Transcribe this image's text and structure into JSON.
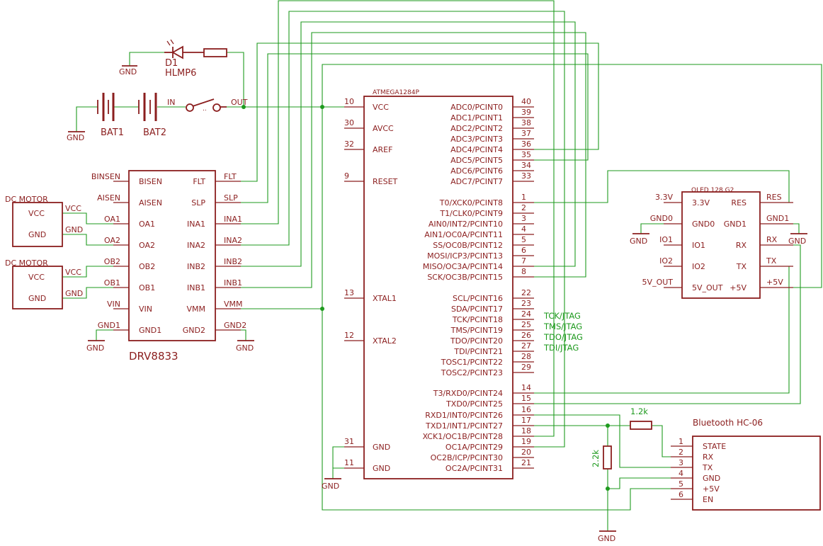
{
  "power": {
    "led_ref": "D1",
    "led_part": "HLMP6",
    "gnd_label": "GND",
    "bat1": "BAT1",
    "bat2": "BAT2",
    "switch_in": "IN",
    "switch_out": "OUT"
  },
  "mcu": {
    "part": "ATMEGA1284P",
    "left_pins": [
      {
        "num": "10",
        "name": "VCC"
      },
      {
        "num": "30",
        "name": "AVCC"
      },
      {
        "num": "32",
        "name": "AREF"
      },
      {
        "num": "9",
        "name": "RESET"
      },
      {
        "num": "13",
        "name": "XTAL1"
      },
      {
        "num": "12",
        "name": "XTAL2"
      },
      {
        "num": "31",
        "name": "GND"
      },
      {
        "num": "11",
        "name": "GND"
      }
    ],
    "right_pins": [
      {
        "num": "40",
        "name": "ADC0/PCINT0"
      },
      {
        "num": "39",
        "name": "ADC1/PCINT1"
      },
      {
        "num": "38",
        "name": "ADC2/PCINT2"
      },
      {
        "num": "37",
        "name": "ADC3/PCINT3"
      },
      {
        "num": "36",
        "name": "ADC4/PCINT4"
      },
      {
        "num": "35",
        "name": "ADC5/PCINT5"
      },
      {
        "num": "34",
        "name": "ADC6/PCINT6"
      },
      {
        "num": "33",
        "name": "ADC7/PCINT7"
      },
      {
        "num": "1",
        "name": "T0/XCK0/PCINT8"
      },
      {
        "num": "2",
        "name": "T1/CLK0/PCINT9"
      },
      {
        "num": "3",
        "name": "AIN0/INT2/PCINT10"
      },
      {
        "num": "4",
        "name": "AIN1/OC0A/PCINT11"
      },
      {
        "num": "5",
        "name": "SS/OC0B/PCINT12"
      },
      {
        "num": "6",
        "name": "MOSI/ICP3/PCINT13"
      },
      {
        "num": "7",
        "name": "MISO/OC3A/PCINT14"
      },
      {
        "num": "8",
        "name": "SCK/OC3B/PCINT15"
      },
      {
        "num": "22",
        "name": "SCL/PCINT16"
      },
      {
        "num": "23",
        "name": "SDA/PCINT17"
      },
      {
        "num": "24",
        "name": "TCK/PCINT18"
      },
      {
        "num": "25",
        "name": "TMS/PCINT19"
      },
      {
        "num": "26",
        "name": "TDO/PCINT20"
      },
      {
        "num": "27",
        "name": "TDI/PCINT21"
      },
      {
        "num": "28",
        "name": "TOSC1/PCINT22"
      },
      {
        "num": "29",
        "name": "TOSC2/PCINT23"
      },
      {
        "num": "14",
        "name": "T3/RXD0/PCINT24"
      },
      {
        "num": "15",
        "name": "TXD0/PCINT25"
      },
      {
        "num": "16",
        "name": "RXD1/INT0/PCINT26"
      },
      {
        "num": "17",
        "name": "TXD1/INT1/PCINT27"
      },
      {
        "num": "18",
        "name": "XCK1/OC1B/PCINT28"
      },
      {
        "num": "19",
        "name": "OC1A/PCINT29"
      },
      {
        "num": "20",
        "name": "OC2B/ICP/PCINT30"
      },
      {
        "num": "21",
        "name": "OC2A/PCINT31"
      }
    ],
    "jtag": [
      "TCK/JTAG",
      "TMS/JTAG",
      "TDO/JTAG",
      "TDI/JTAG"
    ]
  },
  "driver": {
    "name": "DRV8833",
    "left_pins": [
      {
        "net": "BINSEN",
        "name": "BISEN"
      },
      {
        "net": "AISEN",
        "name": "AISEN"
      },
      {
        "net": "OA1",
        "name": "OA1"
      },
      {
        "net": "OA2",
        "name": "OA2"
      },
      {
        "net": "OB2",
        "name": "OB2"
      },
      {
        "net": "OB1",
        "name": "OB1"
      },
      {
        "net": "VIN",
        "name": "VIN"
      },
      {
        "net": "GND1",
        "name": "GND1"
      }
    ],
    "right_pins": [
      {
        "net": "FLT",
        "name": "FLT"
      },
      {
        "net": "SLP",
        "name": "SLP"
      },
      {
        "net": "INA1",
        "name": "INA1"
      },
      {
        "net": "INA2",
        "name": "INA2"
      },
      {
        "net": "INB2",
        "name": "INB2"
      },
      {
        "net": "INB1",
        "name": "INB1"
      },
      {
        "net": "VMM",
        "name": "VMM"
      },
      {
        "net": "GND2",
        "name": "GND2"
      }
    ]
  },
  "motors": [
    {
      "title": "DC MOTOR",
      "pin1": "VCC",
      "pin2": "GND",
      "net1": "VCC",
      "net2": "GND"
    },
    {
      "title": "DC MOTOR",
      "pin1": "VCC",
      "pin2": "GND",
      "net1": "VCC",
      "net2": "GND"
    }
  ],
  "oled": {
    "title": "OLED 128 G2",
    "rows": [
      {
        "lnet": "3.3V",
        "lpin": "3.3V",
        "rpin": "RES",
        "rnet": "RES"
      },
      {
        "lnet": "GND0",
        "lpin": "GND0",
        "rpin": "GND1",
        "rnet": "GND1"
      },
      {
        "lnet": "IO1",
        "lpin": "IO1",
        "rpin": "RX",
        "rnet": "RX"
      },
      {
        "lnet": "IO2",
        "lpin": "IO2",
        "rpin": "TX",
        "rnet": "TX"
      },
      {
        "lnet": "5V_OUT",
        "lpin": "5V_OUT",
        "rpin": "+5V",
        "rnet": "+5V"
      }
    ]
  },
  "bluetooth": {
    "title": "Bluetooth HC-06",
    "pins": [
      {
        "num": "1",
        "name": "STATE"
      },
      {
        "num": "2",
        "name": "RX"
      },
      {
        "num": "3",
        "name": "TX"
      },
      {
        "num": "4",
        "name": "GND"
      },
      {
        "num": "5",
        "name": "+5V"
      },
      {
        "num": "6",
        "name": "EN"
      }
    ],
    "r1": "1.2k",
    "r2": "2.2k"
  }
}
